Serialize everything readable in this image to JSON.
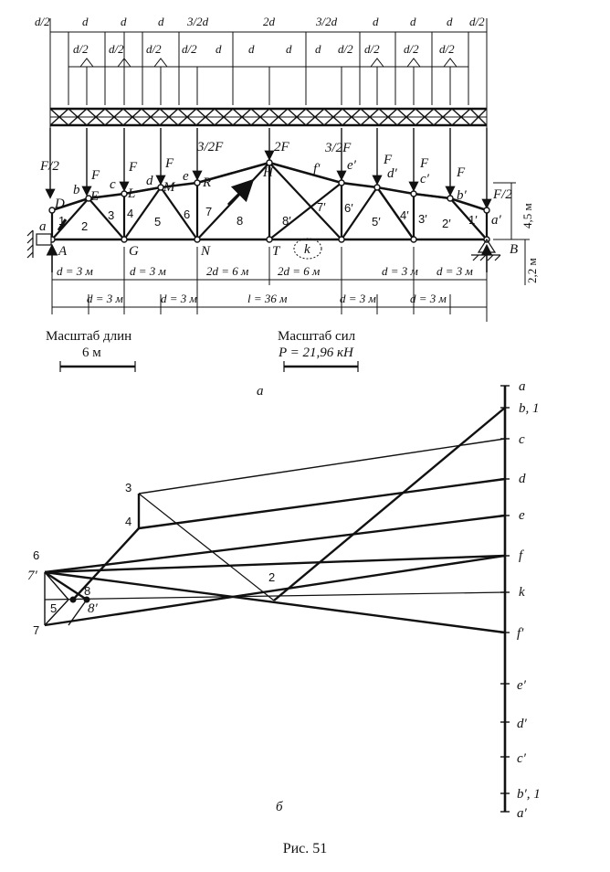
{
  "dims_top": [
    "d/2",
    "d",
    "d",
    "d",
    "3/2d",
    "2d",
    "3/2d",
    "d",
    "d",
    "d",
    "d/2"
  ],
  "dims_sub": [
    "d/2",
    "d/2",
    "d/2",
    "d/2",
    "d",
    "d",
    "d",
    "d",
    "d/2",
    "d/2",
    "d/2",
    "d/2"
  ],
  "load_labels": [
    "F/2",
    "F",
    "F",
    "F",
    "3/2F",
    "2F",
    "3/2F",
    "F",
    "F",
    "F",
    "F/2"
  ],
  "space_labels_upper": [
    "a",
    "b",
    "c",
    "d",
    "e",
    "f′",
    "e′",
    "d′",
    "c′",
    "b′",
    "a′"
  ],
  "space_labels_inner": [
    "1",
    "2",
    "3",
    "4",
    "5",
    "6",
    "7",
    "8",
    "8′",
    "7′",
    "6′",
    "5′",
    "4′",
    "3′",
    "2′",
    "1′",
    "k"
  ],
  "joint_labels": [
    "D",
    "E",
    "L",
    "M",
    "R",
    "H",
    "A",
    "G",
    "N",
    "T",
    "B"
  ],
  "bottom_dims_row1": [
    "d = 3 м",
    "d = 3 м",
    "2d = 6 м",
    "2d = 6 м",
    "d = 3 м",
    "d = 3 м"
  ],
  "bottom_dims_row2": [
    "d = 3 м",
    "d = 3 м",
    "l = 36 м",
    "d = 3 м",
    "d = 3 м"
  ],
  "right_dims": [
    "4,5 м",
    "2,2 м"
  ],
  "scale_length": {
    "title": "Масштаб длин",
    "value": "6 м"
  },
  "scale_force": {
    "title": "Масштаб сил",
    "value": "P = 21,96 кН"
  },
  "subfig_a": "а",
  "subfig_b": "б",
  "poly_right_labels": [
    "a",
    "b, 1",
    "c",
    "d",
    "e",
    "f",
    "k",
    "f′",
    "e′",
    "d′",
    "c′",
    "b′, 1",
    "a′"
  ],
  "poly_left_labels": [
    "3",
    "4",
    "6",
    "7′",
    "8",
    "5",
    "8′",
    "7",
    "2"
  ],
  "caption": "Рис. 51"
}
